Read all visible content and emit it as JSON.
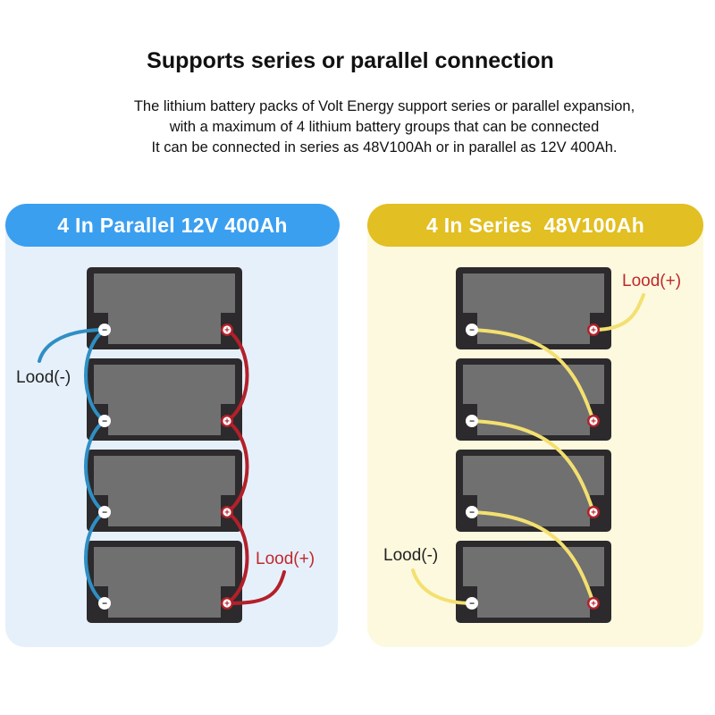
{
  "title": "Supports series or parallel connection",
  "description": [
    "The lithium battery packs of Volt Energy support series or parallel expansion,",
    "with a maximum of 4 lithium battery groups that can be connected",
    "It can be connected in series as 48V100Ah or in parallel as 12V 400Ah."
  ],
  "parallel": {
    "heading": "4 In Parallel 12V 400Ah",
    "load_negative": "Lood(-)",
    "load_positive": "Lood(+)"
  },
  "series": {
    "heading": "4 In Series  48V100Ah",
    "load_positive": "Lood(+)",
    "load_negative": "Lood(-)"
  },
  "terminals": {
    "negative": "−",
    "positive": "+"
  },
  "colors": {
    "parallel_accent": "#3b9ff0",
    "series_accent": "#e2bf22",
    "negative_wire": "#2f8fc4",
    "positive_wire": "#b3202a",
    "series_wire": "#f3e070",
    "positive_label": "#c0282d",
    "battery_case": "#2c2a2c",
    "battery_face": "#707070"
  }
}
